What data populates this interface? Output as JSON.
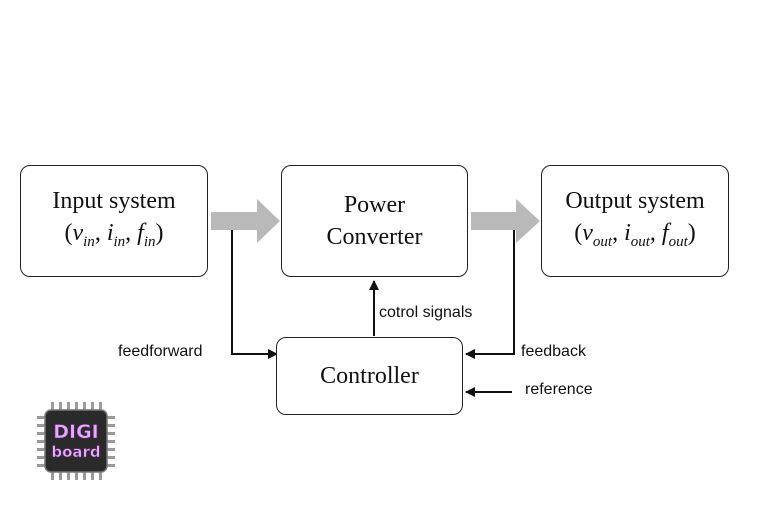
{
  "input_box": {
    "title": "Input system",
    "open": "(",
    "v": "v",
    "v_sub": "in",
    "i": "i",
    "i_sub": "in",
    "f": "f",
    "f_sub": "in",
    "close": ")",
    "sep": ", "
  },
  "converter_box": {
    "line1": "Power",
    "line2": "Converter"
  },
  "output_box": {
    "title": "Output system",
    "open": "(",
    "v": "v",
    "v_sub": "out",
    "i": "i",
    "i_sub": "out",
    "f": "f",
    "f_sub": "out",
    "close": ")",
    "sep": ", "
  },
  "controller_box": {
    "title": "Controller"
  },
  "labels": {
    "control_signals": "cotrol signals",
    "feedforward": "feedforward",
    "feedback": "feedback",
    "reference": "reference"
  },
  "logo": {
    "line1": "DIGI",
    "line2": "board"
  },
  "colors": {
    "block_arrow": "#b9b9b9",
    "line": "#111111",
    "logo_text": "#e7a9ff"
  }
}
